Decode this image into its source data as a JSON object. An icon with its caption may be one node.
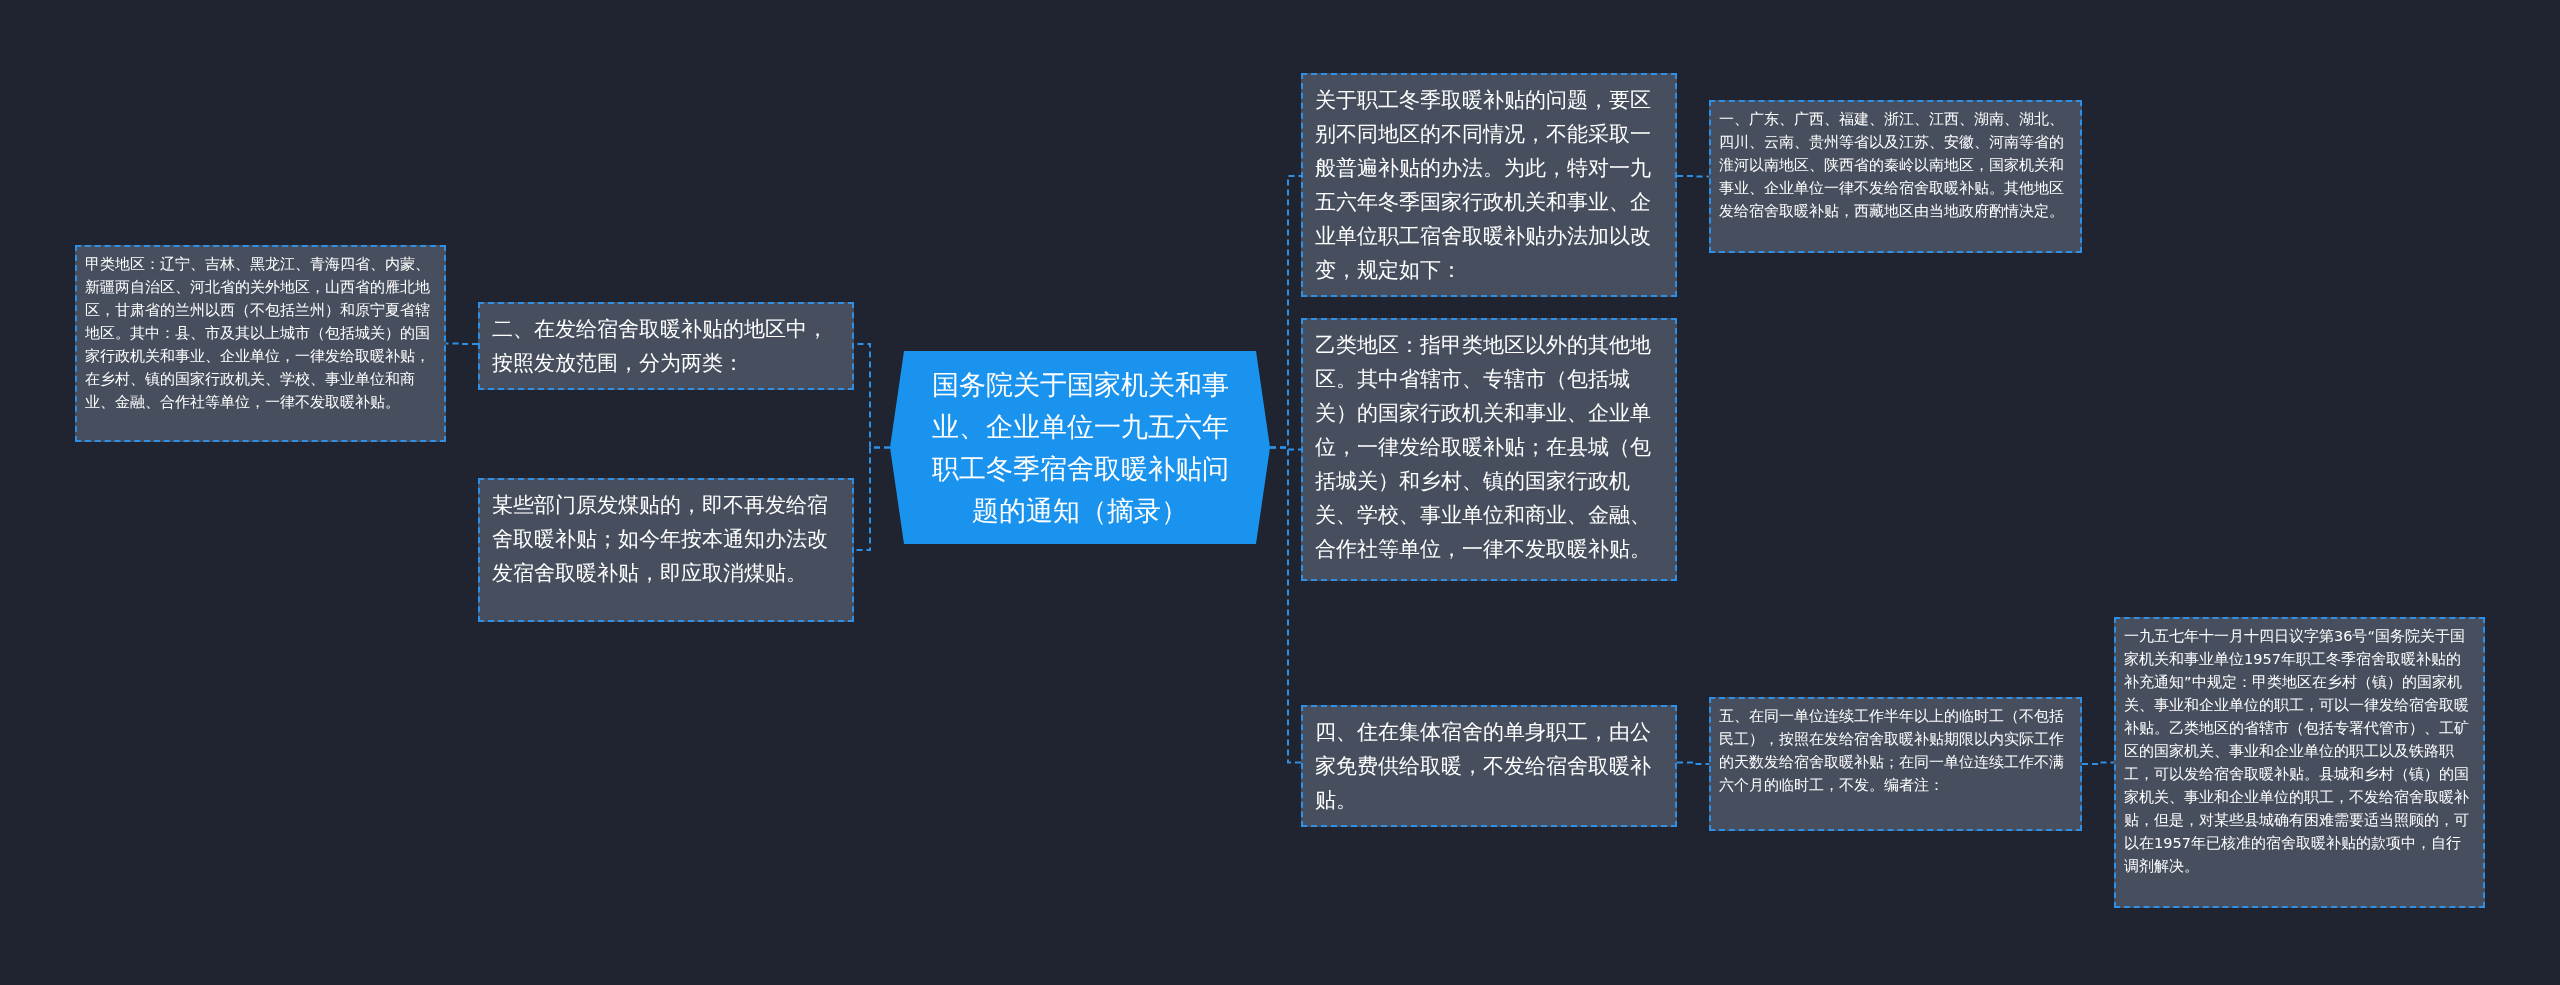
{
  "diagram": {
    "nodes": [
      {
        "text": [
          "国务院关于国家机关和事业、企业单位一九五六年职工冬季宿舍取暖补贴问题的通知（摘录）"
        ]
      },
      {
        "text": [
          "二、在发给宿舍取暖补贴的地区中，按照发放范围，分为两类："
        ]
      },
      {
        "text": [
          "甲类地区：辽宁、吉林、黑龙江、青海四省、内蒙、新疆两自治区、河北省的关外地区，山西省的雁北地区，甘肃省的兰州以西（不包括兰州）和原宁夏省辖地区。其中：县、市及其以上城市（包括城关）的国家行政机关和事业、企业单位，一律发给取暖补贴，在乡村、镇的国家行政机关、学校、事业单位和商业、金融、合作社等单位，一律不发取暖补贴。"
        ]
      },
      {
        "text": [
          "某些部门原发煤贴的，即不再发给宿舍取暖补贴；如今年按本通知办法改发宿舍取暖补贴，即应取消煤贴。"
        ]
      },
      {
        "text": [
          "关于职工冬季取暖补贴的问题，要区别不同地区的不同情况，不能采取一般普遍补贴的办法。为此，特对一九五六年冬季国家行政机关和事业、企业单位职工宿舍取暖补贴办法加以改变，规定如下："
        ]
      },
      {
        "text": [
          "一、广东、广西、福建、浙江、江西、湖南、湖北、四川、云南、贵州等省以及江苏、安徽、河南等省的淮河以南地区、陕西省的秦岭以南地区，国家机关和事业、企业单位一律不发给宿舍取暖补贴。其他地区发给宿舍取暖补贴，西藏地区由当地政府酌情决定。"
        ]
      },
      {
        "text": [
          "乙类地区：指甲类地区以外的其他地区。其中省辖市、专辖市（包括城关）的国家行政机关和事业、企业单位，一律发给取暖补贴；在县城（包括城关）和乡村、镇的国家行政机关、学校、事业单位和商业、金融、合作社等单位，一律不发取暖补贴。"
        ]
      },
      {
        "text": [
          "四、住在集体宿舍的单身职工，由公家免费供给取暖，不发给宿舍取暖补贴。"
        ]
      },
      {
        "text": [
          "五、在同一单位连续工作半年以上的临时工（不包括民工），按照在发给宿舍取暖补贴期限以内实际工作的天数发给宿舍取暖补贴；在同一单位连续工作不满六个月的临时工，不发。编者注："
        ]
      },
      {
        "text": [
          "一九五七年十一月十四日议字第36号“国务院关于国家机关和事业单位1957年职工冬季宿舍取暖补贴的补充通知”中规定：甲类地区在乡村（镇）的国家机关、事业和企业单位的职工，可以一律发给宿舍取暖补贴。乙类地区的省辖市（包括专署代管市）、工矿区的国家机关、事业和企业单位的职工以及铁路职工，可以发给宿舍取暖补贴。县城和乡村（镇）的国家机关、事业和企业单位的职工，不发给宿舍取暖补贴，但是，对某些县城确有困难需要适当照顾的，可以在1957年已核准的宿舍取暖补贴的款项中，自行调剂解决。"
        ]
      }
    ],
    "edges": [
      {
        "from": 0,
        "to": 1,
        "arrow": "none"
      },
      {
        "from": 1,
        "to": 2,
        "arrow": "none"
      },
      {
        "from": 0,
        "to": 3,
        "arrow": "none"
      },
      {
        "from": 0,
        "to": 4,
        "arrow": "none"
      },
      {
        "from": 4,
        "to": 5,
        "arrow": "none"
      },
      {
        "from": 0,
        "to": 6,
        "arrow": "none"
      },
      {
        "from": 0,
        "to": 7,
        "arrow": "none"
      },
      {
        "from": 7,
        "to": 8,
        "arrow": "none"
      },
      {
        "from": 8,
        "to": 9,
        "arrow": "none"
      }
    ]
  }
}
